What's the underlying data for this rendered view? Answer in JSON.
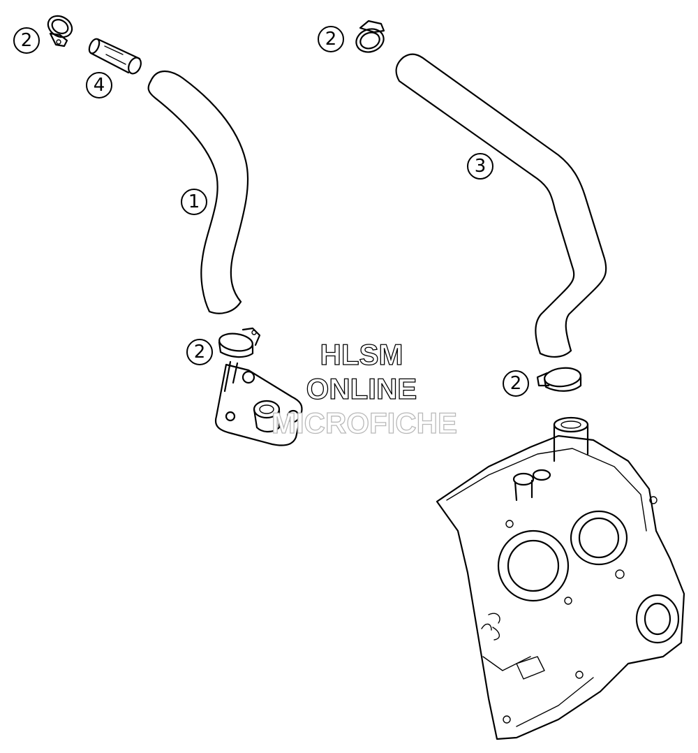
{
  "watermark": {
    "line1": "HLSM",
    "line2": "ONLINE",
    "line3": "MICROFICHE"
  },
  "callouts": {
    "clamp_top_left": "2",
    "sleeve": "4",
    "hose_1": "1",
    "clamp_mid": "2",
    "clamp_top_right": "2",
    "hose_3": "3",
    "clamp_right": "2"
  }
}
